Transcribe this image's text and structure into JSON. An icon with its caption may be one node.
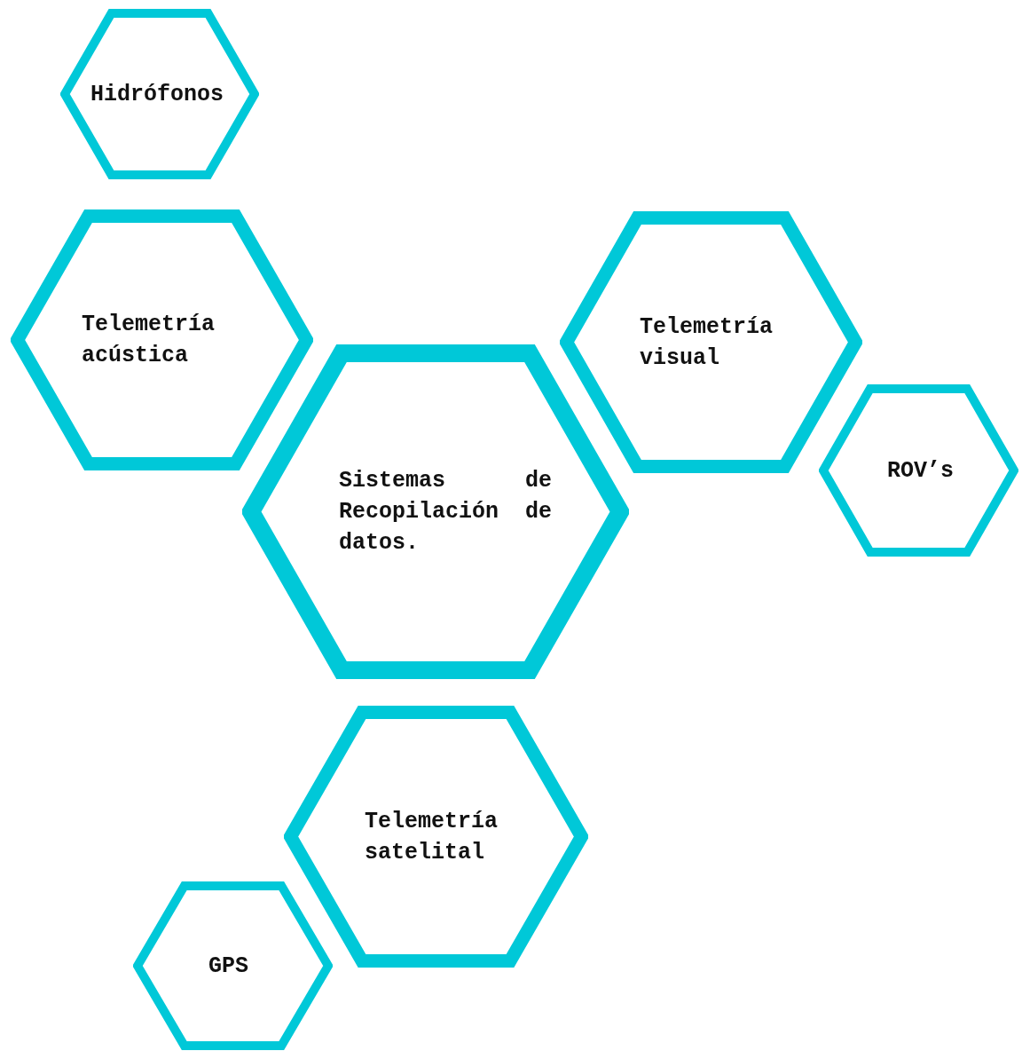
{
  "diagram": {
    "nodes": [
      {
        "text": [
          "Hidrófonos"
        ]
      },
      {
        "text": [
          "Telemetría acústica"
        ]
      },
      {
        "text": [
          "Telemetría visual"
        ]
      },
      {
        "text": [
          "ROV’s"
        ]
      },
      {
        "text": [
          "Sistemas de Recopilación de datos."
        ]
      },
      {
        "text": [
          "Telemetría satelital"
        ]
      },
      {
        "text": [
          "GPS"
        ]
      }
    ]
  }
}
